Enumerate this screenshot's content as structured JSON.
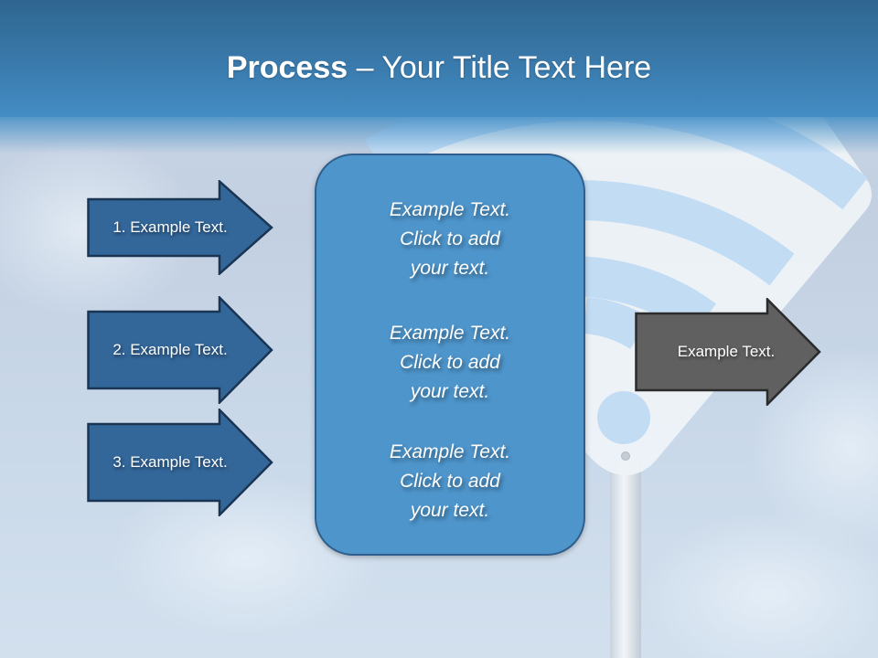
{
  "slide": {
    "title_bold": "Process",
    "title_rest": " – Your Title Text Here"
  },
  "colors": {
    "header_dark": "#2f6690",
    "header_light": "#438dc4",
    "arrow_blue": "#336699",
    "arrow_blue_border": "#1a3553",
    "arrow_gray": "#606060",
    "arrow_gray_border": "#2b2b2b",
    "center_box": "#4e95cb",
    "wifi_light": "#c2dcf4",
    "sign_white": "#edf2f7"
  },
  "input_arrows": [
    {
      "label": "1. Example Text."
    },
    {
      "label": "2. Example Text."
    },
    {
      "label": "3. Example Text."
    }
  ],
  "center_box": {
    "blocks": [
      {
        "line1": "Example Text.",
        "line2": "Click  to add",
        "line3": "your text."
      },
      {
        "line1": "Example Text.",
        "line2": "Click  to add",
        "line3": "your text."
      },
      {
        "line1": "Example Text.",
        "line2": "Click  to add",
        "line3": "your text."
      }
    ]
  },
  "output_arrow": {
    "label": "Example Text."
  },
  "background": {
    "icon": "wifi-sign-icon"
  }
}
